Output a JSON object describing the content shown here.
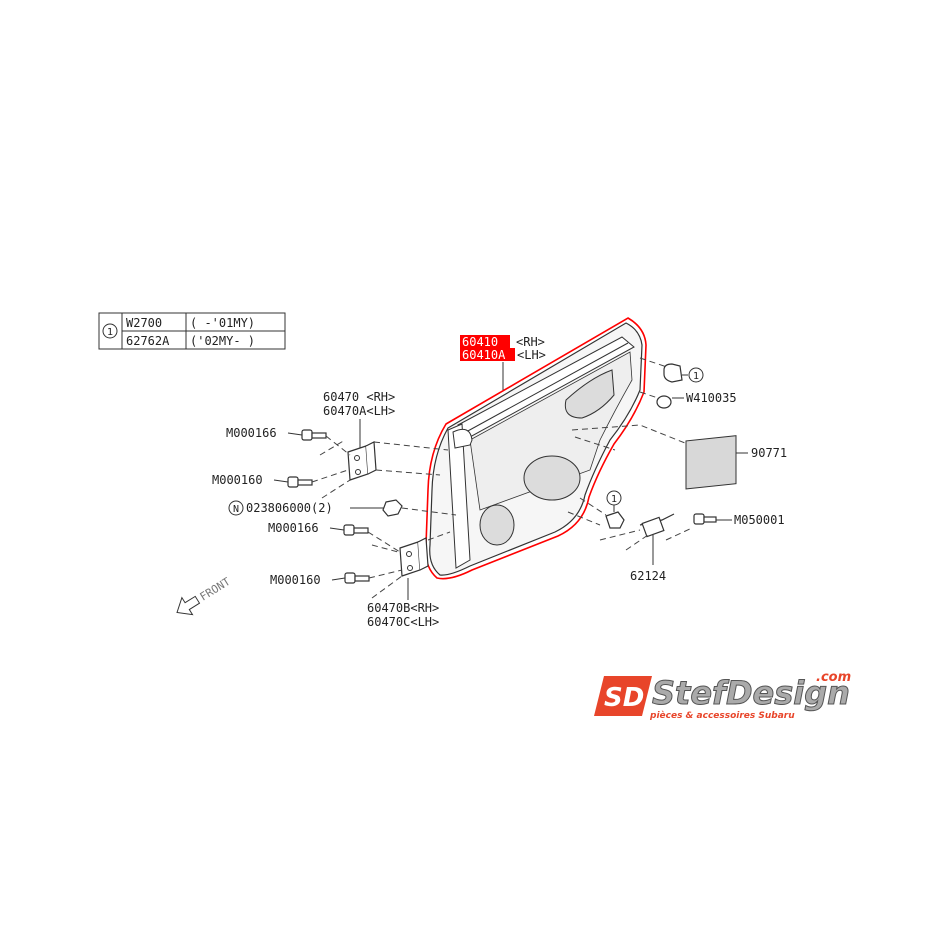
{
  "table": {
    "circle_ref": "1",
    "rows": [
      {
        "part": "W2700",
        "range": "(    -'01MY)"
      },
      {
        "part": "62762A",
        "range": "('02MY-    )"
      }
    ]
  },
  "labels": {
    "door_rh": "60410",
    "door_rh_side": "<RH>",
    "door_lh": "60410A",
    "door_lh_side": "<LH>",
    "upper_hinge_rh": "60470  <RH>",
    "upper_hinge_lh": "60470A<LH>",
    "bolt_a1": "M000166",
    "bolt_b1": "M000160",
    "nut_marker": "N",
    "nut": "023806000(2)",
    "bolt_a2": "M000166",
    "bolt_b2": "M000160",
    "lower_hinge_rh": "60470B<RH>",
    "lower_hinge_lh": "60470C<LH>",
    "plug_ref": "1",
    "plug_ref2": "1",
    "grommet": "W410035",
    "panel": "90771",
    "bolt_c": "M050001",
    "checker": "62124",
    "front": "FRONT"
  },
  "logo": {
    "monogram": "SD",
    "name": "StefDesign",
    "tld": ".com",
    "tagline": "pièces & accessoires Subaru",
    "accent_color": "#e8452a",
    "highlight_color": "#ff0000"
  }
}
